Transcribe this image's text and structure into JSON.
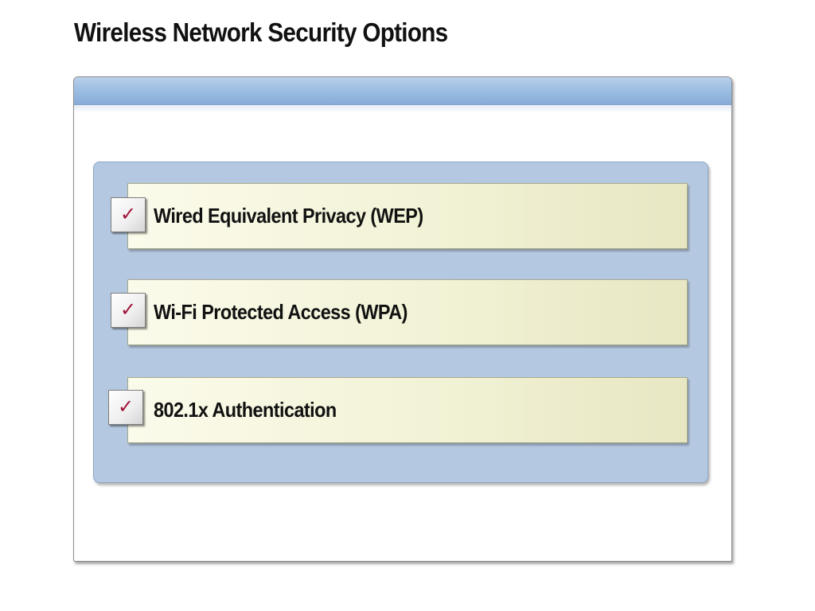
{
  "slide": {
    "title": "Wireless Network Security Options"
  },
  "options": [
    {
      "label": "Wired Equivalent Privacy (WEP)",
      "icon": "checkmark-icon"
    },
    {
      "label": "Wi-Fi Protected Access (WPA)",
      "icon": "checkmark-icon"
    },
    {
      "label": "802.1x Authentication",
      "icon": "checkmark-icon"
    }
  ],
  "checkmark_glyph": "✓",
  "colors": {
    "header_blue": "#9ebfe3",
    "inner_panel_blue": "#b4c9e1",
    "option_fill": "#f2f2d6",
    "checkmark": "#a0133a"
  }
}
